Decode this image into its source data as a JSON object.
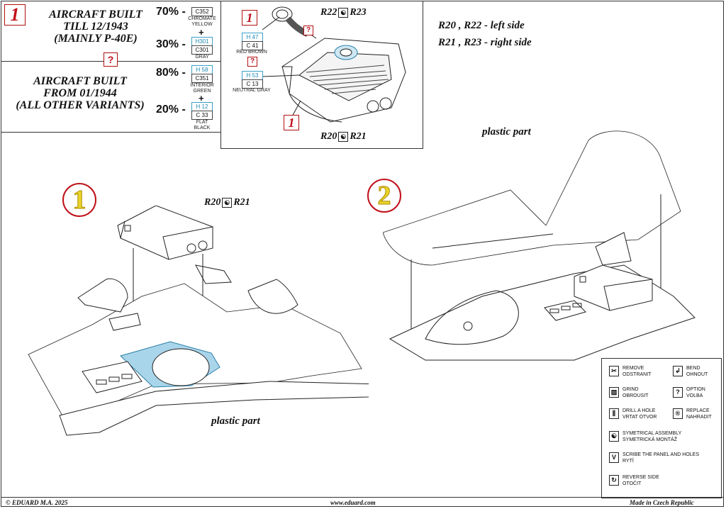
{
  "variants": [
    {
      "badge": "1",
      "title_lines": [
        "AIRCRAFT BUILT",
        "TILL 12/1943",
        "(MAINLY P-40E)"
      ],
      "colors": [
        {
          "pct": "70% -",
          "codes": [
            "C352"
          ],
          "names": [
            "CHROMATE",
            "YELLOW"
          ]
        },
        {
          "pct": "30% -",
          "codes": [
            "H301",
            "C301"
          ],
          "names": [
            "GRAY"
          ]
        }
      ]
    },
    {
      "badge": "?",
      "title_lines": [
        "AIRCRAFT BUILT",
        "FROM 01/1944",
        "(ALL OTHER VARIANTS)"
      ],
      "colors": [
        {
          "pct": "80% -",
          "codes": [
            "H 58",
            "C351"
          ],
          "names": [
            "INTERIOR",
            "GREEN"
          ]
        },
        {
          "pct": "20% -",
          "codes": [
            "H 12",
            "C 33"
          ],
          "names": [
            "FLAT",
            "BLACK"
          ]
        }
      ]
    }
  ],
  "plus": "+",
  "detail": {
    "badge1": "1",
    "badge1b": "1",
    "qmark": "?",
    "qmark2": "?",
    "codes": [
      {
        "h": "H 47",
        "c": "C 41",
        "name": "RED BROWN"
      },
      {
        "h": "H 53",
        "c": "C 13",
        "name": "NEUTRAL GRAY"
      }
    ],
    "top_label_left": "R22",
    "top_label_right": "R23",
    "bottom_label_left": "R20",
    "bottom_label_right": "R21"
  },
  "side_notes": [
    "R20 , R22 - left side",
    "R21 , R23 - right side"
  ],
  "step1": {
    "num": "1",
    "label_left": "R20",
    "label_right": "R21",
    "plastic": "plastic part"
  },
  "step2": {
    "num": "2",
    "plastic": "plastic part"
  },
  "legend": [
    {
      "icon": "remove",
      "glyph": "✂",
      "text": [
        "REMOVE",
        "ODSTRANIT"
      ]
    },
    {
      "icon": "bend",
      "glyph": "↲",
      "text": [
        "BEND",
        "OHNOUT"
      ]
    },
    {
      "icon": "grind",
      "glyph": "▨",
      "text": [
        "GRIND",
        "OBROUSIT"
      ]
    },
    {
      "icon": "option",
      "glyph": "?",
      "text": [
        "OPTION",
        "VOLBA"
      ]
    },
    {
      "icon": "drill",
      "glyph": "⫼",
      "text": [
        "DRILL  A HOLE",
        "VRTAT OTVOR"
      ]
    },
    {
      "icon": "replace",
      "glyph": "®",
      "text": [
        "REPLACE",
        "NAHRADIT"
      ]
    },
    {
      "icon": "symmetrical",
      "glyph": "☯",
      "text": [
        "SYMETRICAL ASSEMBLY",
        "SYMETRICKÁ MONTÁŽ"
      ]
    },
    {
      "icon": "scribe",
      "glyph": "V",
      "text": [
        "SCRIBE THE PANEL AND HOLES",
        "RYTÍ"
      ]
    },
    {
      "icon": "reverse",
      "glyph": "↻",
      "text": [
        "REVERSE SIDE",
        "OTOČIT"
      ]
    }
  ],
  "footer": {
    "left": "© EDUARD  M.A. 2025",
    "center": "www.eduard.com",
    "right": "Made in Czech Republic"
  }
}
